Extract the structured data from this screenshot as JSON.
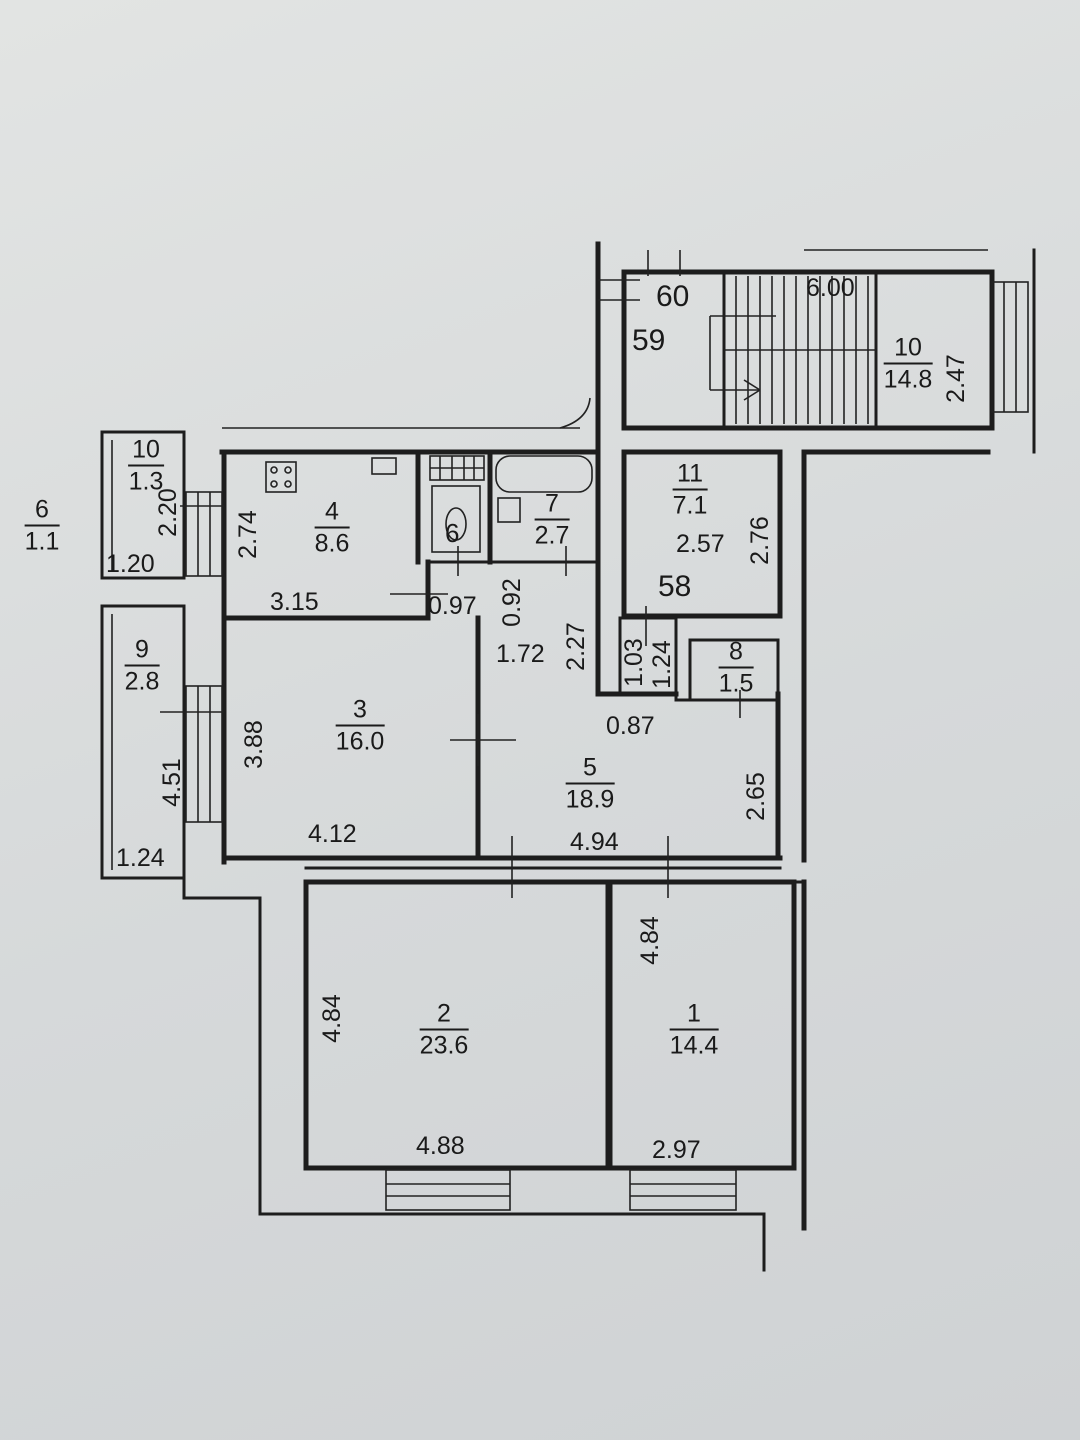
{
  "rooms": [
    {
      "id": "room-1",
      "number": "1",
      "area": "14.4"
    },
    {
      "id": "room-2",
      "number": "2",
      "area": "23.6"
    },
    {
      "id": "room-3",
      "number": "3",
      "area": "16.0"
    },
    {
      "id": "room-4",
      "number": "4",
      "area": "8.6"
    },
    {
      "id": "room-5",
      "number": "5",
      "area": "18.9"
    },
    {
      "id": "room-6",
      "number": "6",
      "area": "1.1"
    },
    {
      "id": "room-7",
      "number": "7",
      "area": "2.7"
    },
    {
      "id": "room-8",
      "number": "8",
      "area": "1.5"
    },
    {
      "id": "room-9",
      "number": "9",
      "area": "2.8"
    },
    {
      "id": "room-10-balcony",
      "number": "10",
      "area": "1.3"
    },
    {
      "id": "room-10-stair",
      "number": "10",
      "area": "14.8"
    },
    {
      "id": "room-11",
      "number": "11",
      "area": "7.1"
    }
  ],
  "bath_number": "6",
  "dimensions": {
    "stair_width": "6.00",
    "stair_depth": "2.47",
    "balcony_top_height": "2.20",
    "balcony_top_width": "1.20",
    "kitchen_height": "2.74",
    "kitchen_width": "3.15",
    "wc_width": "0.97",
    "corridor_gap": "0.92",
    "corridor_width": "1.72",
    "corridor_height": "2.27",
    "room11_width": "2.57",
    "room11_height": "2.76",
    "closet_a": "1.03",
    "closet_b": "1.24",
    "hall_offset": "0.87",
    "hall_height": "2.65",
    "hall_width": "4.94",
    "room3_height": "3.88",
    "room3_width": "4.12",
    "loggia_height": "4.51",
    "loggia_width": "1.24",
    "room2_height": "4.84",
    "room2_width": "4.88",
    "room1_height": "4.84",
    "room1_width": "2.97"
  },
  "apartment_numbers": {
    "a": "60",
    "b": "59",
    "c": "58"
  }
}
